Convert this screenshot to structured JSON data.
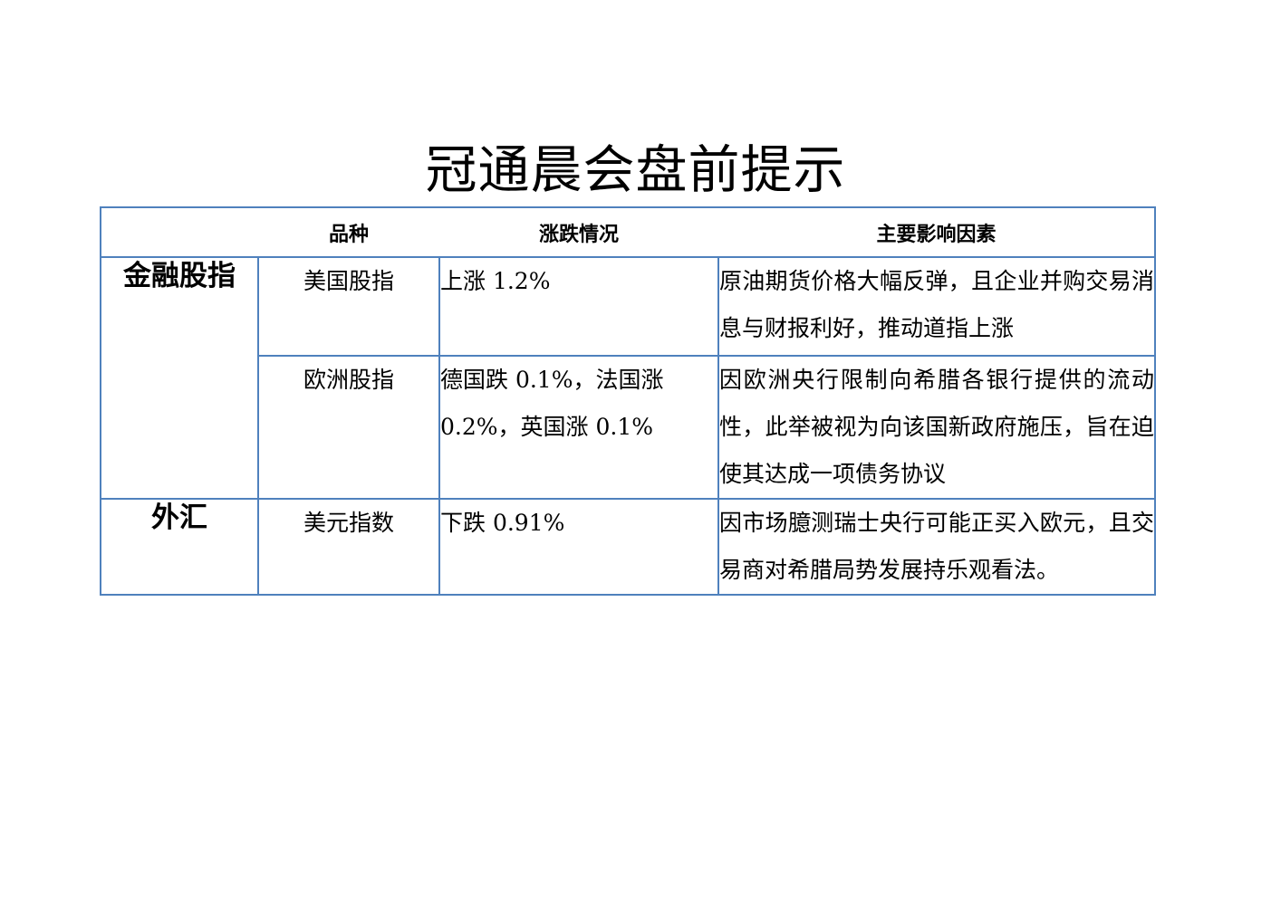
{
  "title": "冠通晨会盘前提示",
  "table": {
    "headers": {
      "blank": "",
      "variety": "品种",
      "change": "涨跌情况",
      "factors": "主要影响因素"
    },
    "sections": [
      {
        "category": "金融股指",
        "rows": [
          {
            "variety": "美国股指",
            "change": "上涨 1.2%",
            "factors": "原油期货价格大幅反弹，且企业并购交易消息与财报利好，推动道指上涨"
          },
          {
            "variety": "欧洲股指",
            "change": "德国跌 0.1%，法国涨 0.2%，英国涨 0.1%",
            "factors": "因欧洲央行限制向希腊各银行提供的流动性，此举被视为向该国新政府施压，旨在迫使其达成一项债务协议"
          }
        ]
      },
      {
        "category": "外汇",
        "rows": [
          {
            "variety": "美元指数",
            "change": "下跌 0.91%",
            "factors": "因市场臆测瑞士央行可能正买入欧元，且交易商对希腊局势发展持乐观看法。"
          }
        ]
      }
    ]
  },
  "colors": {
    "border": "#4f81bd",
    "text": "#000000",
    "background": "#ffffff"
  }
}
